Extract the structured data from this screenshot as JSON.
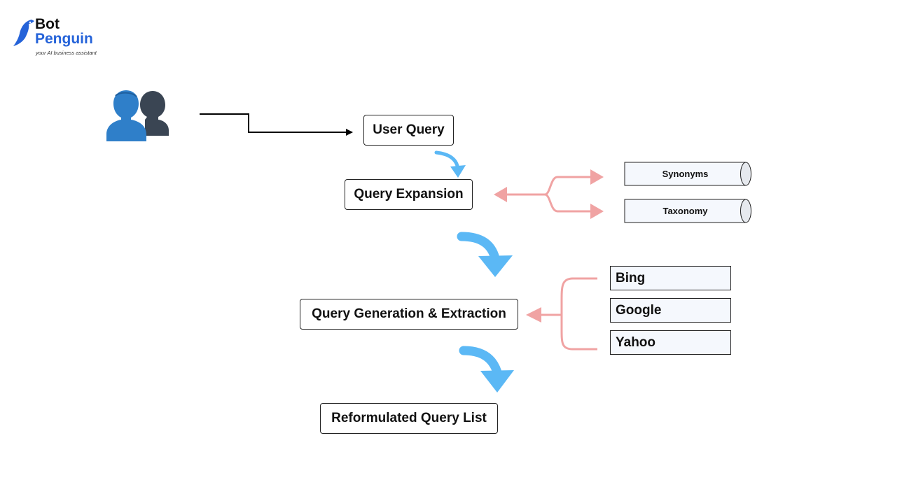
{
  "brand": {
    "name_line1": "Bot",
    "name_line2": "Penguin",
    "tagline": "your AI business assistant"
  },
  "nodes": {
    "user_query": "User Query",
    "query_expansion": "Query Expansion",
    "query_generation": "Query Generation & Extraction",
    "reformulated_list": "Reformulated Query List"
  },
  "knowledge_sources": [
    "Synonyms",
    "Taxonomy"
  ],
  "search_engines": [
    "Bing",
    "Google",
    "Yahoo"
  ],
  "icons": {
    "users": "users-icon",
    "logo": "penguin-logo-icon"
  },
  "colors": {
    "brand_blue": "#2563d9",
    "flow_arrow_blue": "#5bb8f5",
    "branch_pink": "#f0a3a3",
    "user_front": "#2f7fc9",
    "user_back": "#3a4553"
  }
}
